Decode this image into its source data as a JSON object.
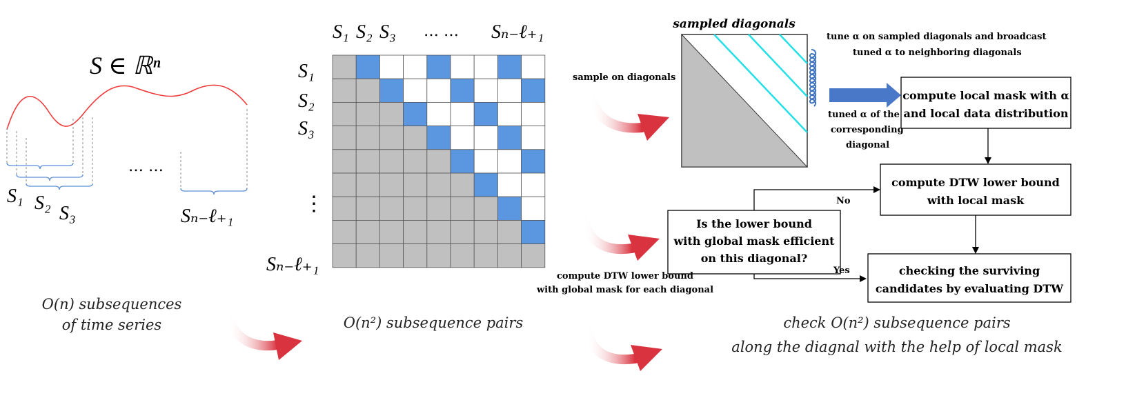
{
  "series": {
    "set_label": "S ∈ ℝⁿ",
    "sub_labels": [
      "S₁",
      "S₂",
      "S₃"
    ],
    "ellipsis": "… …",
    "last_label": "Sₙ₋ℓ₊₁",
    "caption_line1": "O(n) subsequences",
    "caption_line2": "of time series"
  },
  "matrix": {
    "col_labels": [
      "S₁",
      "S₂",
      "S₃"
    ],
    "col_ellipsis": "… …",
    "col_last": "Sₙ₋ℓ₊₁",
    "row_labels": [
      "S₁",
      "S₂",
      "S₃"
    ],
    "row_ellipsis": "⋮",
    "row_last": "Sₙ₋ℓ₊₁",
    "size": 9,
    "blue_offsets": [
      1,
      4,
      7
    ],
    "caption": "O(n²) subsequence pairs",
    "colors": {
      "gray": "#c0c0c0",
      "blue": "#5b96e0",
      "white": "#ffffff"
    }
  },
  "sampled": {
    "title": "sampled diagonals",
    "sample_label": "sample on diagonals",
    "tune_line1": "tune α on sampled diagonals  and broadcast",
    "tune_line2": "tuned α to neighboring diagonals",
    "tuned_line1": "tuned α of the",
    "tuned_line2": "corresponding",
    "tuned_line3": "diagonal",
    "diag_color": "#22e0e6"
  },
  "flow": {
    "box_local_mask_line1": "compute local mask with α",
    "box_local_mask_line2": "and local data distribution",
    "box_dtw_local_line1": "compute DTW lower bound",
    "box_dtw_local_line2": "with local mask",
    "box_question_line1": "Is the lower bound",
    "box_question_line2": "with global mask efficient",
    "box_question_line3": "on this diagonal?",
    "box_check_line1": "checking the surviving",
    "box_check_line2": "candidates by evaluating  DTW",
    "no_label": "No",
    "yes_label": "Yes",
    "global_line1": "compute DTW lower bound",
    "global_line2": "with global mask for each diagonal",
    "caption_line1": "check O(n²) subsequence pairs",
    "caption_line2": "along the diagnal with the help of  local mask"
  }
}
